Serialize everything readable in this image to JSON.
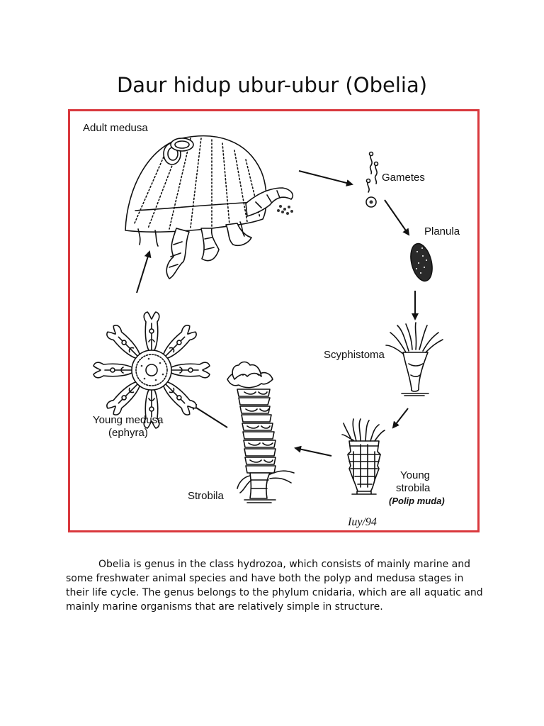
{
  "page": {
    "title": "Daur hidup ubur-ubur (Obelia)"
  },
  "diagram": {
    "stages": {
      "adult_medusa": "Adult medusa",
      "gametes": "Gametes",
      "planula": "Planula",
      "scyphistoma": "Scyphistoma",
      "young_strobila_line1": "Young",
      "young_strobila_line2": "strobila",
      "young_strobila_note": "(Polip muda)",
      "strobila": "Strobila",
      "young_medusa_line1": "Young medusa",
      "young_medusa_line2": "(ephyra)"
    },
    "signature": "Iuy/94",
    "frame_color": "#d9383d"
  },
  "body": {
    "paragraph": "Obelia is genus in the class hydrozoa, which consists of mainly marine and some freshwater animal species and have both the polyp and medusa stages in their life cycle. The genus belongs to the phylum cnidaria, which are all aquatic and mainly marine organisms that are relatively simple in structure."
  }
}
